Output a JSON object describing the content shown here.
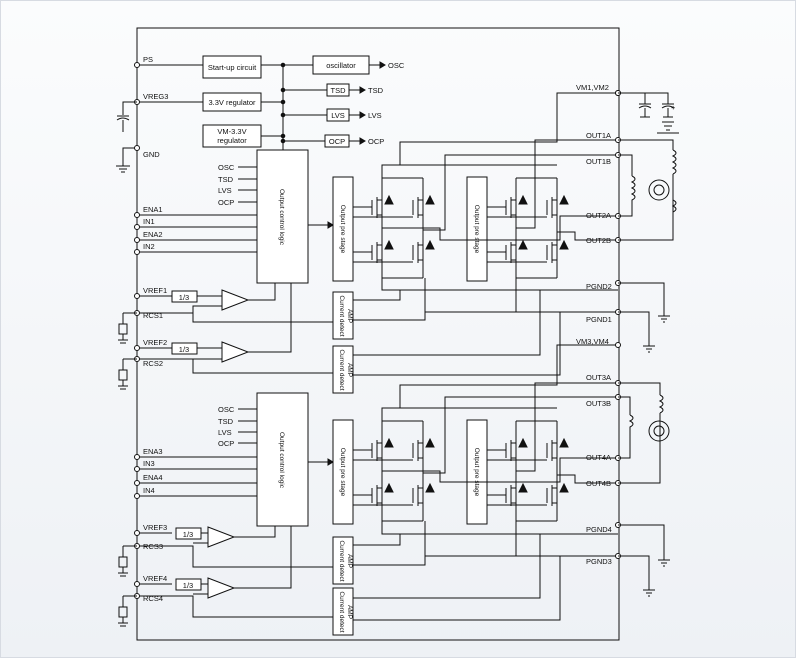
{
  "pins_left": {
    "ps": "PS",
    "vreg3": "VREG3",
    "gnd": "GND",
    "ena1": "ENA1",
    "in1": "IN1",
    "ena2": "ENA2",
    "in2": "IN2",
    "vref1": "VREF1",
    "rcs1": "RCS1",
    "vref2": "VREF2",
    "rcs2": "RCS2",
    "ena3": "ENA3",
    "in3": "IN3",
    "ena4": "ENA4",
    "in4": "IN4",
    "vref3": "VREF3",
    "rcs3": "RCS3",
    "vref4": "VREF4",
    "rcs4": "RCS4"
  },
  "pins_right": {
    "vm12": "VM1,VM2",
    "out1a": "OUT1A",
    "out1b": "OUT1B",
    "out2a": "OUT2A",
    "out2b": "OUT2B",
    "pgnd2": "PGND2",
    "pgnd1": "PGND1",
    "vm34": "VM3,VM4",
    "out3a": "OUT3A",
    "out3b": "OUT3B",
    "out4a": "OUT4A",
    "out4b": "OUT4B",
    "pgnd4": "PGND4",
    "pgnd3": "PGND3"
  },
  "blocks": {
    "startup": "Start-up circuit",
    "oscillator": "oscillator",
    "reg33": "3.3V regulator",
    "vm33_l1": "VM-3.3V",
    "vm33_l2": "regulator",
    "tsd": "TSD",
    "lvs": "LVS",
    "ocp": "OCP",
    "out_osc": "OSC",
    "out_tsd": "TSD",
    "out_lvs": "LVS",
    "out_ocp": "OCP",
    "ocl": "Output control logic",
    "pre": "Output pre stage",
    "cd_l1": "Current detect",
    "cd_l2": "AMP",
    "div": "1/3"
  },
  "logic_inputs": {
    "osc": "OSC",
    "tsd": "TSD",
    "lvs": "LVS",
    "ocp": "OCP"
  },
  "colors": {
    "line": "#111111",
    "background": "#f2f4f7",
    "block_fill": "#ffffff"
  }
}
